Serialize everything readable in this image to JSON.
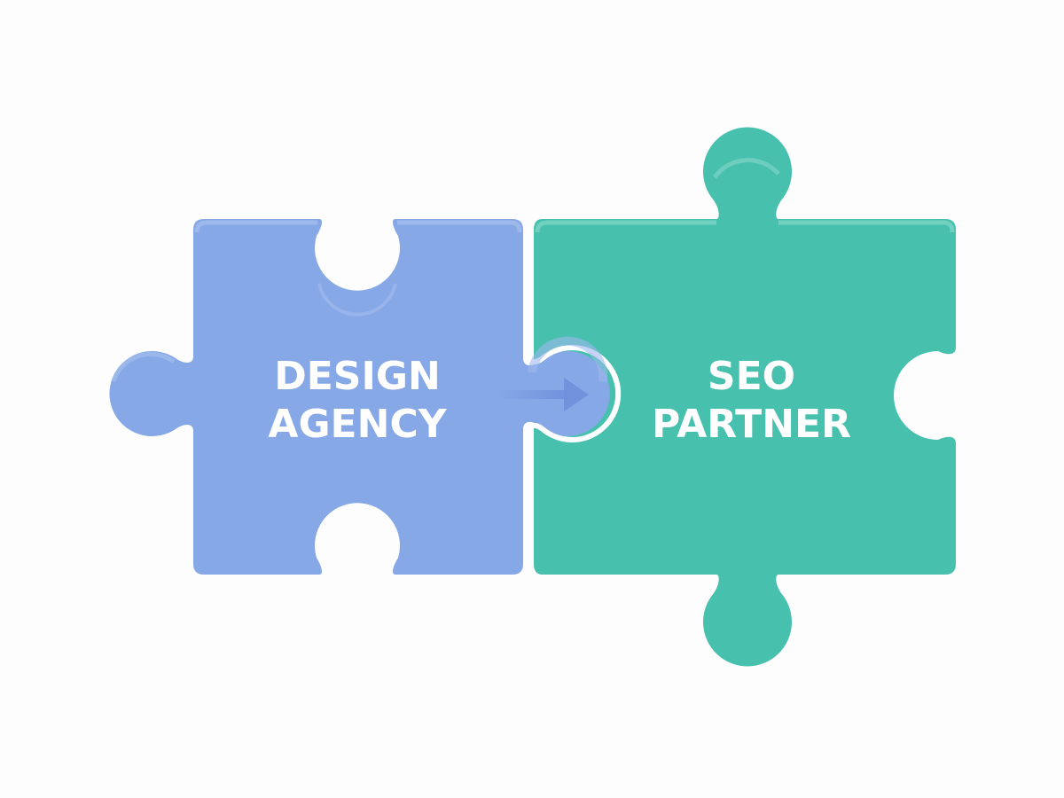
{
  "diagram": {
    "type": "puzzle-pieces",
    "background": "#fdfdfd",
    "pieces": [
      {
        "id": "design-agency",
        "lines": [
          "DESIGN",
          "AGENCY"
        ],
        "color": "#87a8e6",
        "highlight": "#a3bdee"
      },
      {
        "id": "seo-partner",
        "lines": [
          "SEO",
          "PARTNER"
        ],
        "color": "#47c0ad",
        "highlight": "#7dd3c5"
      }
    ],
    "connector": {
      "icon": "arrow-right",
      "color": "#6f8fdc",
      "from": "design-agency",
      "to": "seo-partner"
    }
  }
}
